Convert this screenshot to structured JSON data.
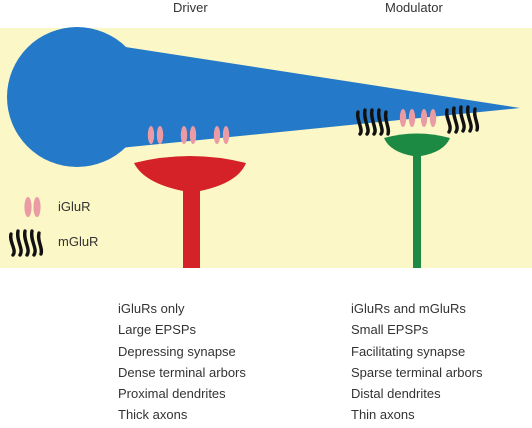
{
  "headers": {
    "driver": "Driver",
    "modulator": "Modulator"
  },
  "legend": [
    {
      "label": "iGluR",
      "icon": "igluR-icon"
    },
    {
      "label": "mGluR",
      "icon": "mgluR-icon"
    }
  ],
  "driver_properties": [
    "iGluRs only",
    "Large EPSPs",
    "Depressing synapse",
    "Dense terminal arbors",
    "Proximal dendrites",
    "Thick axons"
  ],
  "modulator_properties": [
    "iGluRs and mGluRs",
    "Small EPSPs",
    "Facilitating synapse",
    "Sparse terminal arbors",
    "Distal dendrites",
    "Thin axons"
  ],
  "colors": {
    "background": "#fbf7c6",
    "neuron": "#2579c9",
    "driver_terminal": "#d42228",
    "modulator_terminal": "#1c8a43",
    "iglur": "#ea9ba3",
    "mglur": "#111111"
  }
}
